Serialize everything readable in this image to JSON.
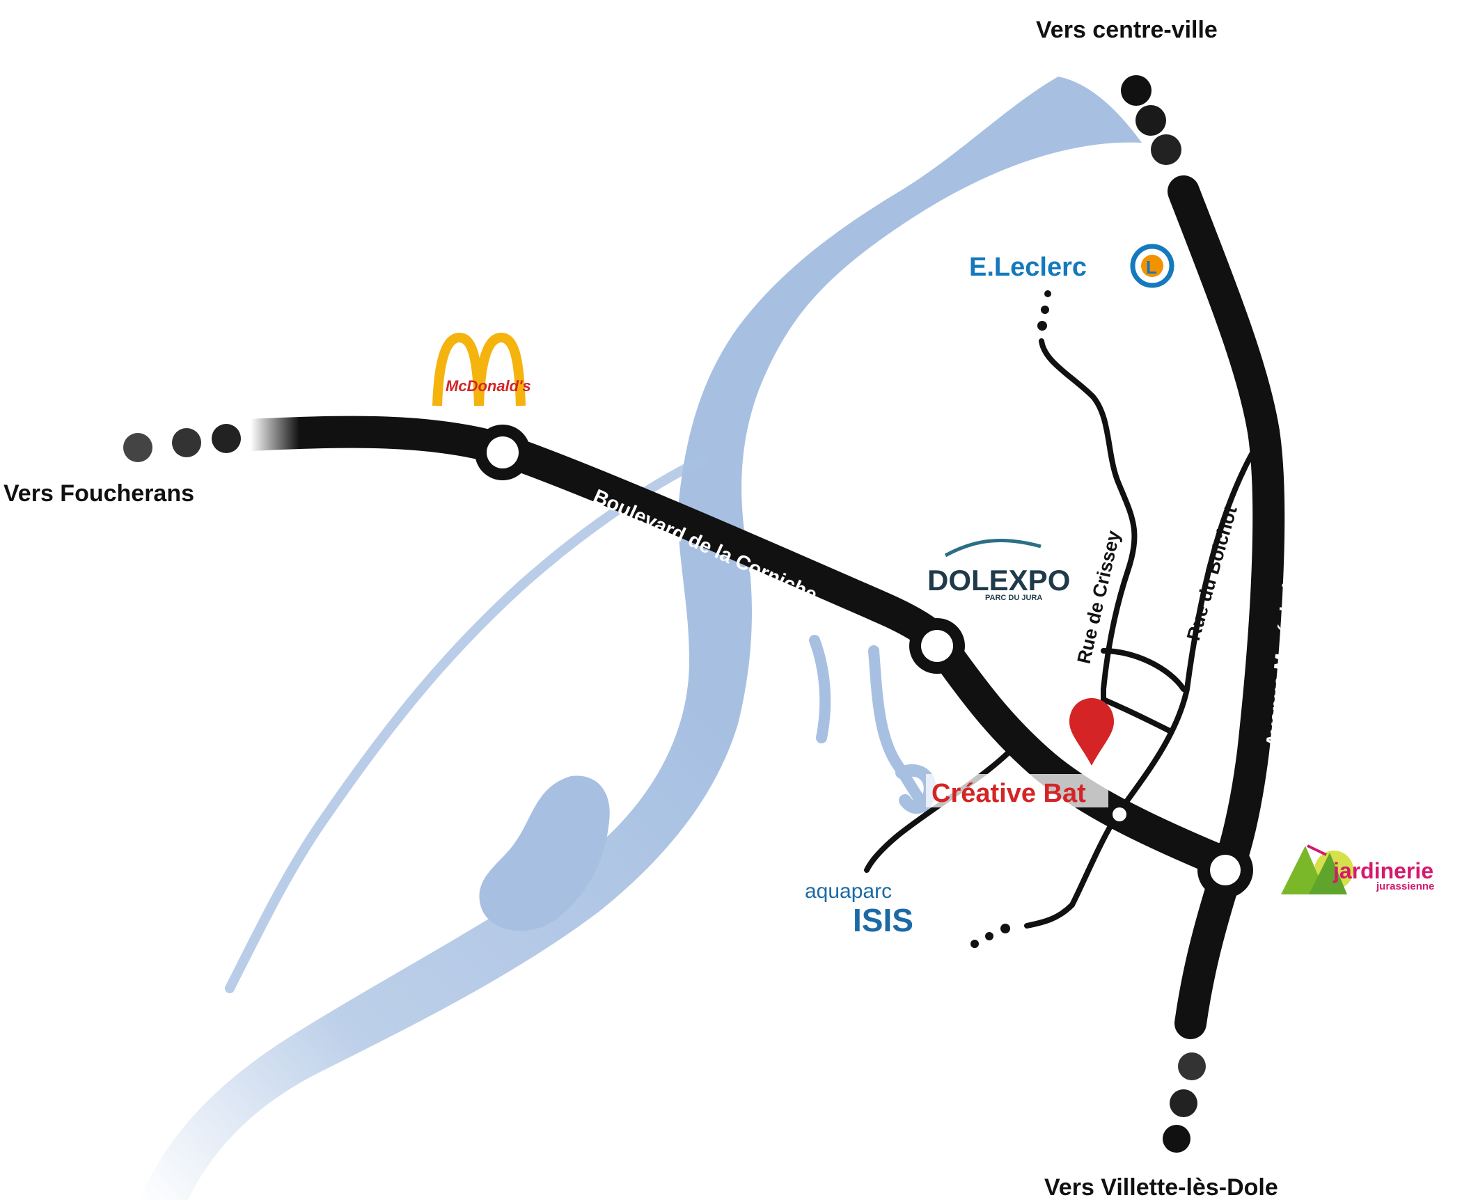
{
  "destinations": {
    "north": "Vers centre-ville",
    "west": "Vers Foucherans",
    "south": "Vers Villette-lès-Dole"
  },
  "roads": {
    "main": "Boulevard de la Corniche",
    "avenue": "Avenue Maréchal Juin",
    "rue_crissey": "Rue de Crissey",
    "rue_boichot": "Rue du Boichot"
  },
  "marker": {
    "label": "Créative Bat",
    "color": "#d42426"
  },
  "landmarks": {
    "mcdonalds": {
      "text": "McDonald's",
      "arch_color": "#f5b30e",
      "text_color": "#d42426"
    },
    "leclerc": {
      "text": "E.Leclerc",
      "letter": "L",
      "color": "#1479bd",
      "accent": "#f39200"
    },
    "dolexpo": {
      "text": "DOLEXPO",
      "subtext": "PARC DU JURA",
      "color": "#1f3a4a",
      "arc_color": "#2a6f86"
    },
    "aquaparc": {
      "top": "aquaparc",
      "bottom": "ISIS",
      "color": "#1b6aa5"
    },
    "jardinerie": {
      "top": "jardinerie",
      "bottom": "jurassienne",
      "color": "#d4196e",
      "tree_color": "#7ab829"
    }
  },
  "colors": {
    "river": "#a7c0e2",
    "road": "#111111"
  }
}
